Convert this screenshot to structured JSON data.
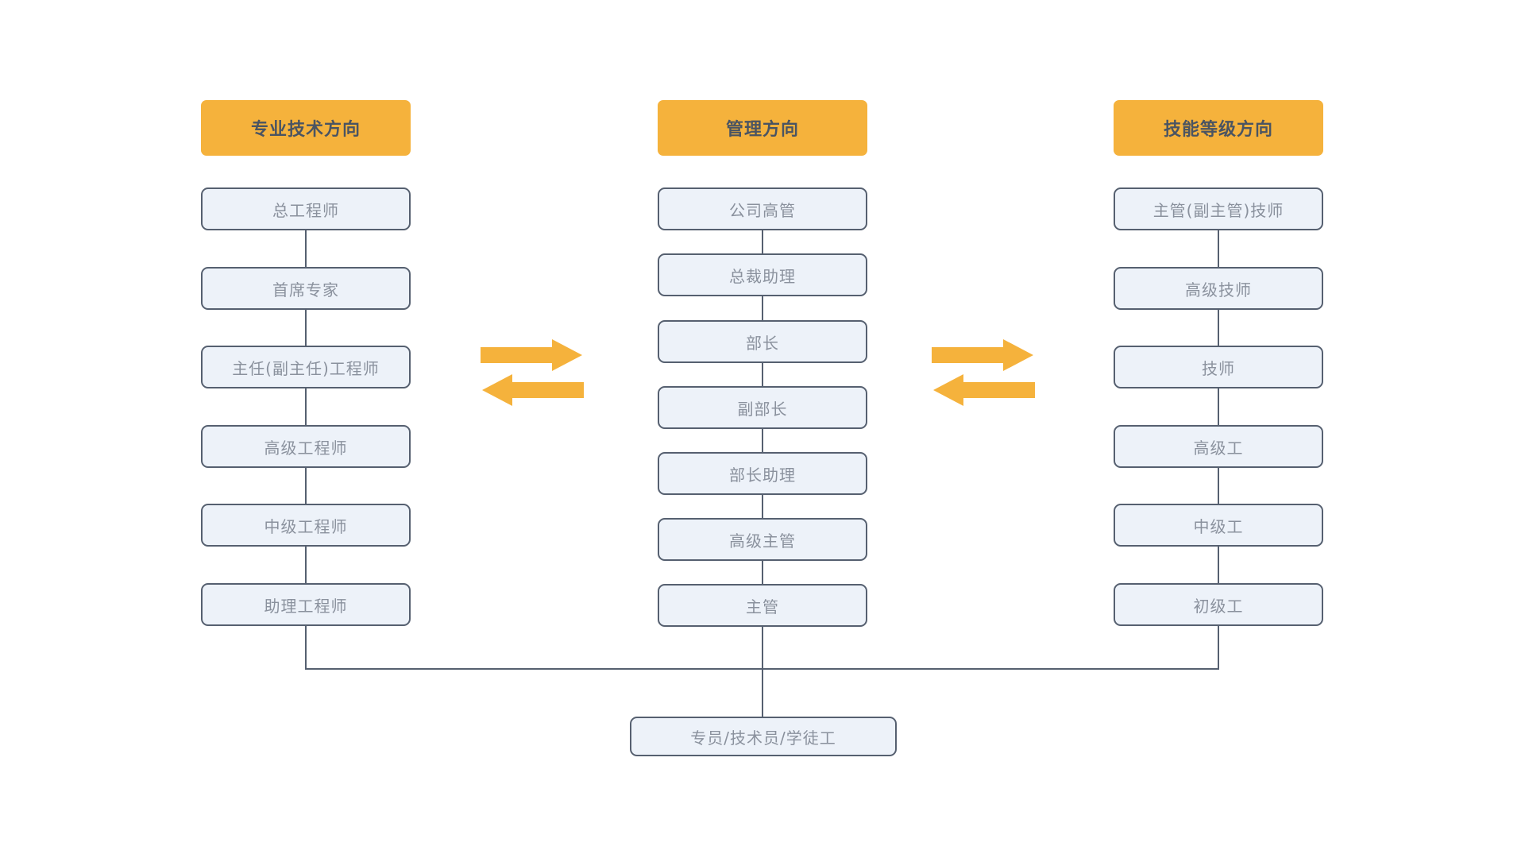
{
  "diagram": {
    "columns": [
      {
        "header": "专业技术方向",
        "items": [
          "总工程师",
          "首席专家",
          "主任(副主任)工程师",
          "高级工程师",
          "中级工程师",
          "助理工程师"
        ]
      },
      {
        "header": "管理方向",
        "items": [
          "公司高管",
          "总裁助理",
          "部长",
          "副部长",
          "部长助理",
          "高级主管",
          "主管"
        ]
      },
      {
        "header": "技能等级方向",
        "items": [
          "主管(副主管)技师",
          "高级技师",
          "技师",
          "高级工",
          "中级工",
          "初级工"
        ]
      }
    ],
    "bottom_item": "专员/技术员/学徒工",
    "colors": {
      "header_bg": "#F5B23C",
      "header_text": "#4A5462",
      "box_bg": "#EDF2F9",
      "box_border": "#566070",
      "box_text": "#8A919D",
      "connector_line": "#566070",
      "arrow": "#F5B23C"
    }
  }
}
